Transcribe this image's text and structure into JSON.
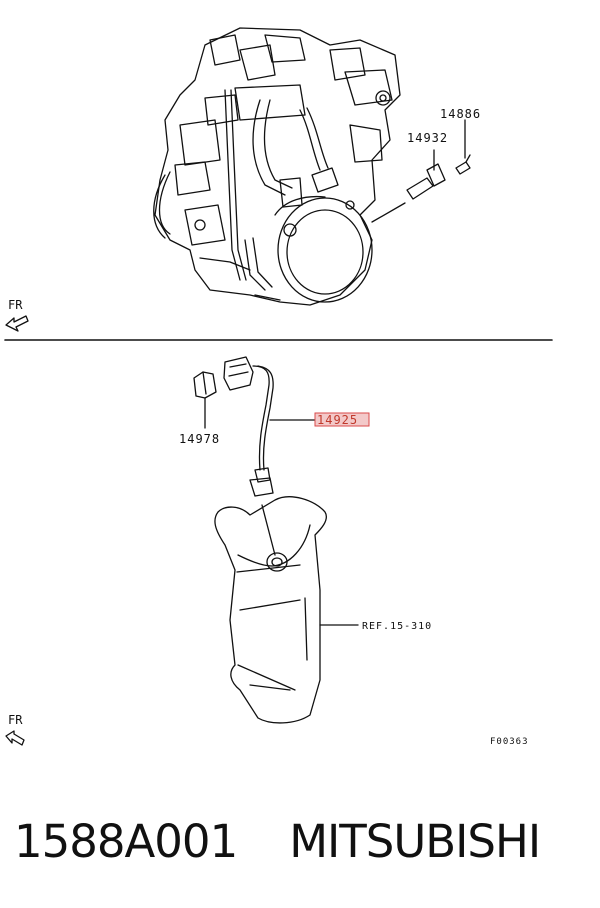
{
  "diagram": {
    "labels": {
      "part_14886": "14886",
      "part_14932": "14932",
      "part_14925": "14925",
      "part_14978": "14978",
      "ref": "REF.15-310",
      "fr_top": "FR",
      "fr_bottom": "FR",
      "figure_code": "F00363"
    },
    "highlight_color": "#d94a4a"
  },
  "caption": {
    "part_number": "1588A001",
    "brand": "MITSUBISHI"
  }
}
